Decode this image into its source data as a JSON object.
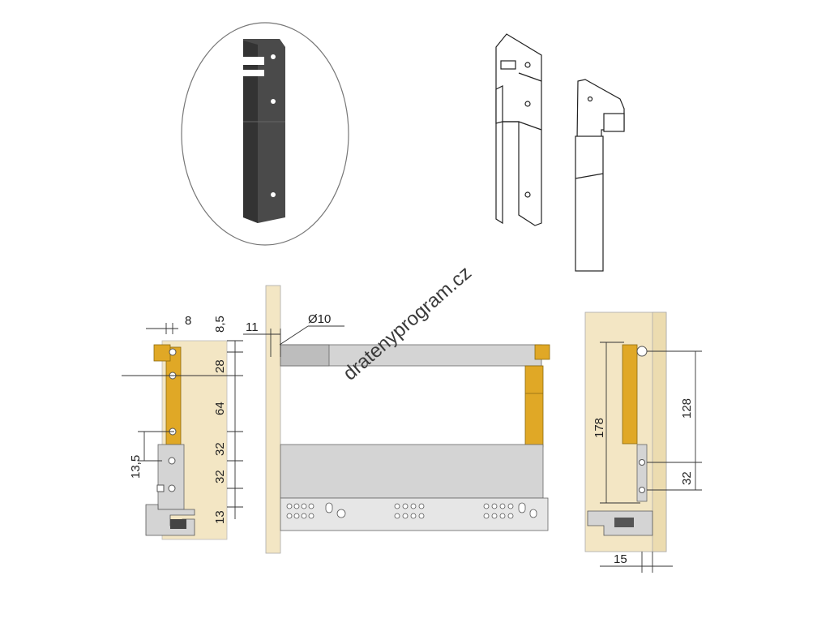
{
  "watermark": "dratenyprogram.cz",
  "dimensions": {
    "left": {
      "d8": "8",
      "d8_5": "8,5",
      "d28": "28",
      "d64": "64",
      "d32a": "32",
      "d32b": "32",
      "d13": "13",
      "d13_5": "13,5"
    },
    "middle": {
      "d11": "11",
      "dia10": "Ø10"
    },
    "right": {
      "d178": "178",
      "d128": "128",
      "d32": "32",
      "d15": "15"
    }
  },
  "colors": {
    "bracket": "#4a4a4a",
    "brass": "#e0a826",
    "wood": "#f3e6c4",
    "metal": "#d4d4d4",
    "line": "#333333"
  }
}
